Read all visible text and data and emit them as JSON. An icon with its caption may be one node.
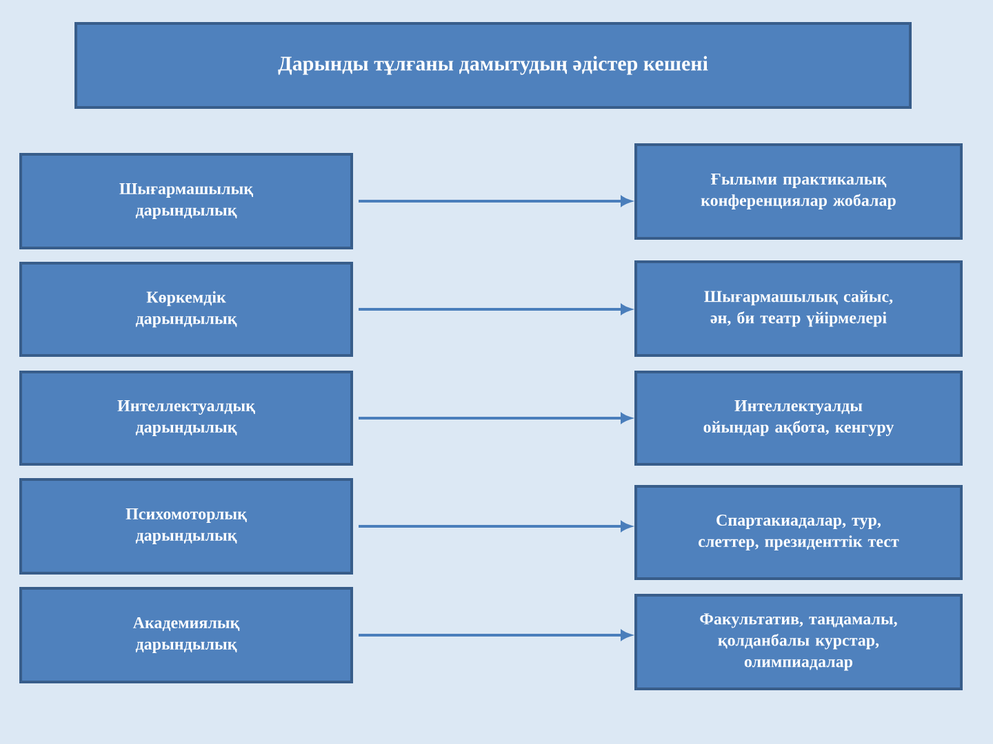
{
  "diagram": {
    "title": "Дарынды тұлғаны дамытудың әдістер кешені",
    "nodes": [
      {
        "text": [
          "Шығармашылық дарындылық"
        ]
      },
      {
        "text": [
          "Көркемдік дарындылық"
        ]
      },
      {
        "text": [
          "Интеллектуалдық дарындылық"
        ]
      },
      {
        "text": [
          "Психомоторлық дарындылық"
        ]
      },
      {
        "text": [
          "Академиялық дарындылық"
        ]
      },
      {
        "text": [
          "Ғылыми практикалық конференциялар жобалар"
        ]
      },
      {
        "text": [
          "Шығармашылық сайыс, ән, би театр үйірмелері"
        ]
      },
      {
        "text": [
          "Интеллектуалды ойындар ақбота, кенгуру"
        ]
      },
      {
        "text": [
          "Спартакиадалар, тур, слеттер, президенттік тест"
        ]
      },
      {
        "text": [
          "Факультатив, таңдамалы, қолданбалы курстар, олимпиадалар"
        ]
      }
    ],
    "edges": [
      {
        "from": 0,
        "to": 5,
        "arrow": "to"
      },
      {
        "from": 1,
        "to": 6,
        "arrow": "to"
      },
      {
        "from": 2,
        "to": 7,
        "arrow": "to"
      },
      {
        "from": 3,
        "to": 8,
        "arrow": "to"
      },
      {
        "from": 4,
        "to": 9,
        "arrow": "to"
      }
    ]
  }
}
